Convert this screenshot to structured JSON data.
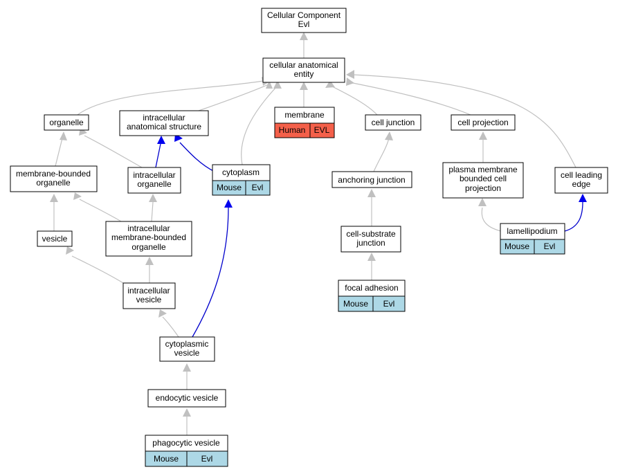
{
  "colors": {
    "mouse_badge": "#add8e6",
    "human_badge": "#f4604a",
    "edge_gray": "#c0c0c0",
    "edge_blue": "#0000ee"
  },
  "nodes": {
    "root": [
      "Cellular Component",
      "Evl"
    ],
    "cae": [
      "cellular anatomical",
      "entity"
    ],
    "organelle": [
      "organelle"
    ],
    "ias": [
      "intracellular",
      "anatomical structure"
    ],
    "membrane": [
      "membrane"
    ],
    "celljunction": [
      "cell junction"
    ],
    "cellprojection": [
      "cell projection"
    ],
    "mbo": [
      "membrane-bounded",
      "organelle"
    ],
    "io": [
      "intracellular",
      "organelle"
    ],
    "cytoplasm": [
      "cytoplasm"
    ],
    "anchoring": [
      "anchoring junction"
    ],
    "pmbcp": [
      "plasma membrane",
      "bounded cell",
      "projection"
    ],
    "cle": [
      "cell leading",
      "edge"
    ],
    "vesicle": [
      "vesicle"
    ],
    "imbo": [
      "intracellular",
      "membrane-bounded",
      "organelle"
    ],
    "csj": [
      "cell-substrate",
      "junction"
    ],
    "lamellipodium": [
      "lamellipodium"
    ],
    "iv": [
      "intracellular",
      "vesicle"
    ],
    "focal": [
      "focal adhesion"
    ],
    "cv": [
      "cytoplasmic",
      "vesicle"
    ],
    "endo": [
      "endocytic vesicle"
    ],
    "phago": [
      "phagocytic vesicle"
    ]
  },
  "badges": {
    "membrane": [
      "Human",
      "EVL"
    ],
    "cytoplasm": [
      "Mouse",
      "Evl"
    ],
    "focal": [
      "Mouse",
      "Evl"
    ],
    "lamellipodium": [
      "Mouse",
      "Evl"
    ],
    "phago": [
      "Mouse",
      "Evl"
    ]
  }
}
